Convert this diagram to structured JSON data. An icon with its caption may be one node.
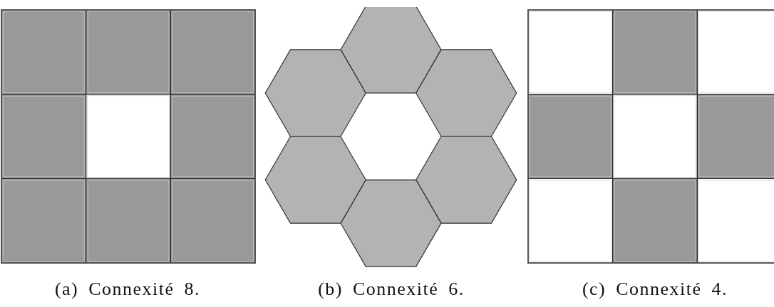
{
  "diagram": {
    "labels": [
      "(a) Connexité 8.",
      "(b) Connexité 6.",
      "(c) Connexité 4."
    ]
  }
}
